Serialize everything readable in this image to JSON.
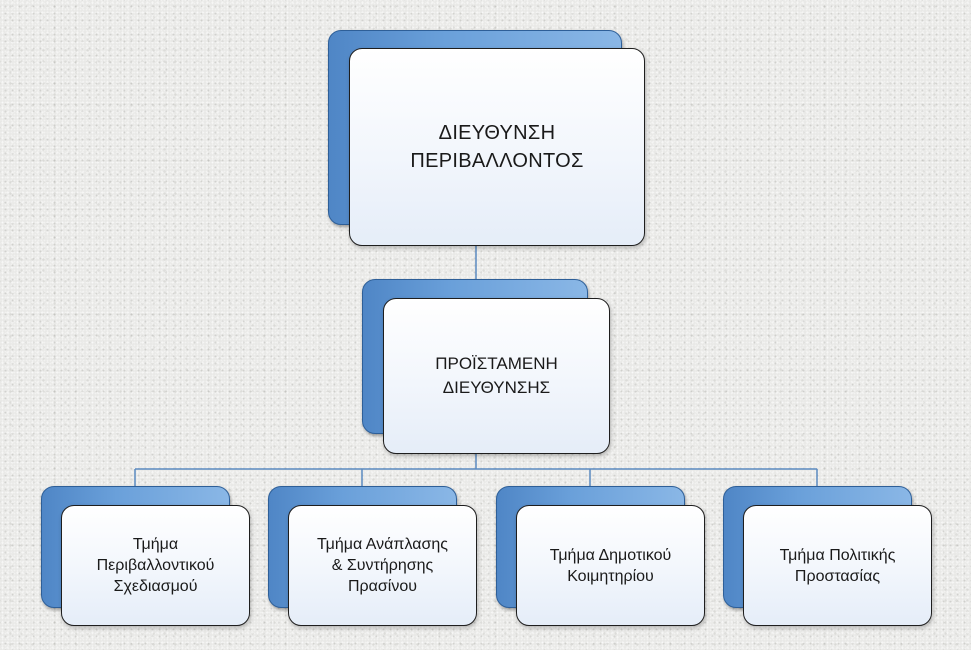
{
  "org_chart": {
    "root": {
      "label": "ΔΙΕΥΘΥΝΣΗ\nΠΕΡΙΒΑΛΛΟΝΤΟΣ"
    },
    "head": {
      "label": "ΠΡΟΪΣΤΑΜΕΝΗ\nΔΙΕΥΘΥΝΣΗΣ"
    },
    "departments": [
      {
        "label": "Τμήμα\nΠεριβαλλοντικού\nΣχεδιασμού"
      },
      {
        "label": "Τμήμα Ανάπλασης\n& Συντήρησης\nΠρασίνου"
      },
      {
        "label": "Τμήμα Δημοτικού\nΚοιμητηρίου"
      },
      {
        "label": "Τμήμα Πολιτικής\nΠροστασίας"
      }
    ]
  },
  "colors": {
    "accent_blue": "#4f86c6",
    "connector": "#5b8ac0",
    "box_border": "#1e1e1e"
  }
}
